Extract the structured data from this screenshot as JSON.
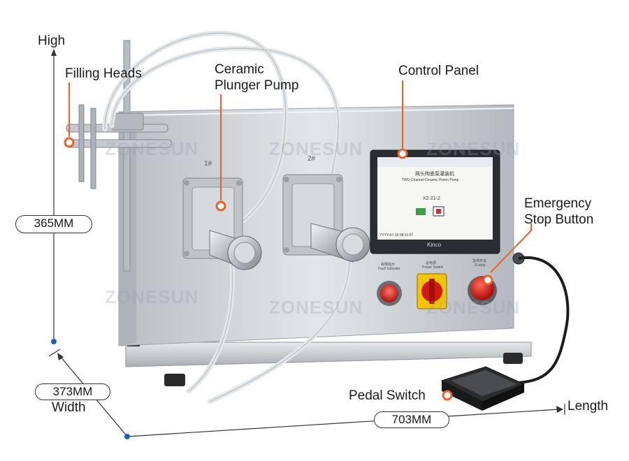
{
  "labels": {
    "high": "High",
    "filling_heads": "Filling Heads",
    "ceramic_line1": "Ceramic",
    "ceramic_line2": "Plunger Pump",
    "control_panel": "Control Panel",
    "emergency_line1": "Emergency",
    "emergency_line2": "Stop Button",
    "pedal_switch": "Pedal Switch",
    "width": "Width",
    "length": "Length"
  },
  "dimensions": {
    "height": "365MM",
    "width": "373MM",
    "length": "703MM"
  },
  "machine": {
    "pump1_tag": "1#",
    "pump2_tag": "2#",
    "screen_title_cn": "两头陶瓷泵灌装机",
    "screen_title_en": "TWO Channel Ceramic Piston Pump",
    "screen_code": "X2-21-2",
    "screen_footer": "YYYY-07-18 08:31:57",
    "brand": "Kinco",
    "indicator_cn": "故障指示",
    "indicator_en": "Fault Indicator",
    "power_cn": "总电源",
    "power_en": "Power Switch",
    "estop_cn": "急停开关",
    "estop_en": "E-stop"
  },
  "watermark": "ZONESUN",
  "colors": {
    "callout": "#e8622c",
    "axis_dot": "#1f5fc4",
    "steel": "#c9cdd2",
    "panel": "#2a2d31"
  }
}
